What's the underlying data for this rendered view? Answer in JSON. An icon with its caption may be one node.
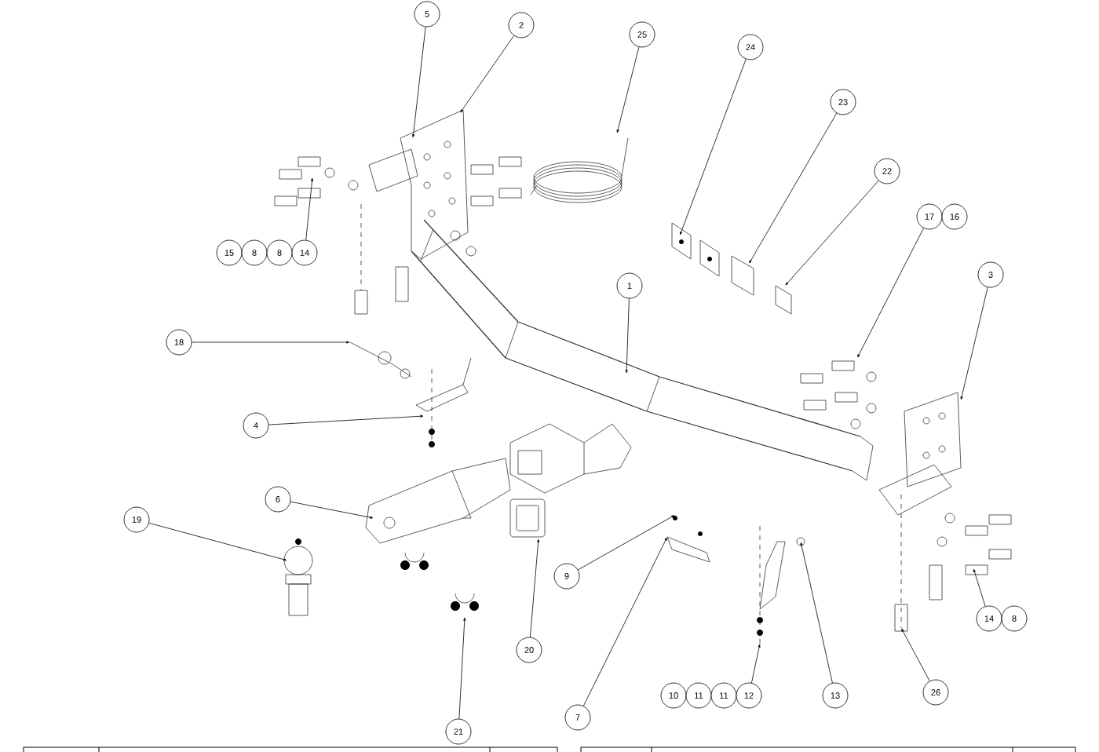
{
  "diagram": {
    "nodes": [
      {
        "text": [
          "5"
        ]
      },
      {
        "text": [
          "2"
        ]
      },
      {
        "text": [
          "25"
        ]
      },
      {
        "text": [
          "24"
        ]
      },
      {
        "text": [
          "23"
        ]
      },
      {
        "text": [
          "22"
        ]
      },
      {
        "text": [
          "17"
        ]
      },
      {
        "text": [
          "16"
        ]
      },
      {
        "text": [
          "15"
        ]
      },
      {
        "text": [
          "8"
        ]
      },
      {
        "text": [
          "8"
        ]
      },
      {
        "text": [
          "14"
        ]
      },
      {
        "text": [
          "3"
        ]
      },
      {
        "text": [
          "1"
        ]
      },
      {
        "text": [
          "18"
        ]
      },
      {
        "text": [
          "4"
        ]
      },
      {
        "text": [
          "6"
        ]
      },
      {
        "text": [
          "19"
        ]
      },
      {
        "text": [
          "9"
        ]
      },
      {
        "text": [
          "14"
        ]
      },
      {
        "text": [
          "8"
        ]
      },
      {
        "text": [
          "20"
        ]
      },
      {
        "text": [
          "26"
        ]
      },
      {
        "text": [
          "10"
        ]
      },
      {
        "text": [
          "11"
        ]
      },
      {
        "text": [
          "11"
        ]
      },
      {
        "text": [
          "12"
        ]
      },
      {
        "text": [
          "13"
        ]
      },
      {
        "text": [
          "7"
        ]
      },
      {
        "text": [
          "21"
        ]
      }
    ],
    "edges": [
      {
        "from": 0,
        "to": null,
        "arrow": "to"
      },
      {
        "from": 1,
        "to": null,
        "arrow": "to"
      },
      {
        "from": 2,
        "to": null,
        "arrow": "to"
      },
      {
        "from": 3,
        "to": null,
        "arrow": "to"
      },
      {
        "from": 4,
        "to": null,
        "arrow": "to"
      },
      {
        "from": 5,
        "to": null,
        "arrow": "to"
      },
      {
        "from": 6,
        "to": null,
        "arrow": "to"
      },
      {
        "from": 11,
        "to": null,
        "arrow": "to"
      },
      {
        "from": 12,
        "to": null,
        "arrow": "to"
      },
      {
        "from": 13,
        "to": null,
        "arrow": "to"
      },
      {
        "from": 14,
        "to": null,
        "arrow": "to"
      },
      {
        "from": 15,
        "to": null,
        "arrow": "to"
      },
      {
        "from": 16,
        "to": null,
        "arrow": "to"
      },
      {
        "from": 17,
        "to": null,
        "arrow": "to"
      },
      {
        "from": 18,
        "to": null,
        "arrow": "to"
      },
      {
        "from": 19,
        "to": null,
        "arrow": "to"
      },
      {
        "from": 21,
        "to": null,
        "arrow": "to"
      },
      {
        "from": 22,
        "to": null,
        "arrow": "to"
      },
      {
        "from": 26,
        "to": null,
        "arrow": "to"
      },
      {
        "from": 27,
        "to": null,
        "arrow": "to"
      },
      {
        "from": 28,
        "to": null,
        "arrow": "to"
      },
      {
        "from": 29,
        "to": null,
        "arrow": "to"
      }
    ]
  }
}
